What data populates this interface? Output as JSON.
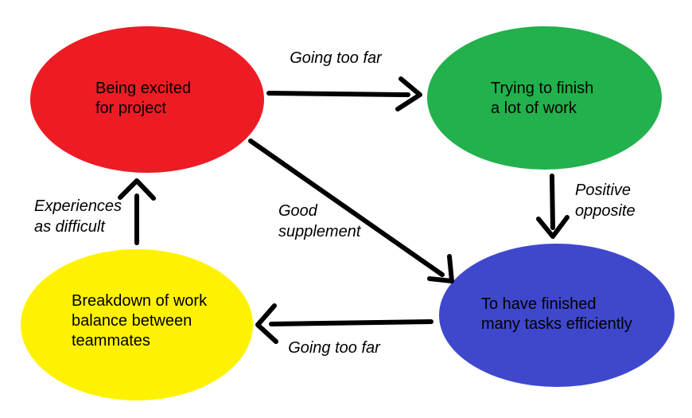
{
  "diagram": {
    "background": "#FFFFFF",
    "arrow_color": "#000000",
    "nodes": [
      {
        "id": "being-excited-for-project",
        "fill": "#ED1C24",
        "lines": [
          "Being excited",
          "for project"
        ]
      },
      {
        "id": "trying-to-finish-work",
        "fill": "#22B14C",
        "lines": [
          "Trying to finish",
          "a lot of work"
        ]
      },
      {
        "id": "finished-many-tasks",
        "fill": "#3F48CC",
        "lines": [
          "To have finished",
          "many tasks efficiently"
        ]
      },
      {
        "id": "breakdown-work-balance",
        "fill": "#FFF200",
        "lines": [
          "Breakdown of work",
          "balance between",
          "teammates"
        ]
      }
    ],
    "edges": [
      {
        "from": "being-excited-for-project",
        "to": "trying-to-finish-work",
        "lines": [
          "Going too far"
        ]
      },
      {
        "from": "trying-to-finish-work",
        "to": "finished-many-tasks",
        "lines": [
          "Positive",
          "opposite"
        ]
      },
      {
        "from": "being-excited-for-project",
        "to": "finished-many-tasks",
        "lines": [
          "Good",
          "supplement"
        ]
      },
      {
        "from": "finished-many-tasks",
        "to": "breakdown-work-balance",
        "lines": [
          "Going too far"
        ]
      },
      {
        "from": "breakdown-work-balance",
        "to": "being-excited-for-project",
        "lines": [
          "Experiences",
          "as difficult"
        ]
      }
    ]
  }
}
